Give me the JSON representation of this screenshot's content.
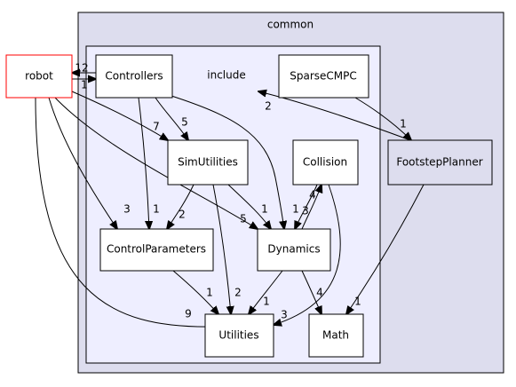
{
  "clusters": {
    "outer": {
      "label": "common"
    },
    "inner": {
      "label": "include"
    }
  },
  "nodes": {
    "robot": "robot",
    "controllers": "Controllers",
    "sparse_cmpc": "SparseCMPC",
    "sim_utilities": "SimUtilities",
    "collision": "Collision",
    "footstep_planner": "FootstepPlanner",
    "control_parameters": "ControlParameters",
    "dynamics": "Dynamics",
    "utilities": "Utilities",
    "math": "Math"
  },
  "edges": [
    {
      "id": "controllers-robot",
      "from": "Controllers",
      "to": "robot",
      "count": "12"
    },
    {
      "id": "robot-controllers",
      "from": "robot",
      "to": "Controllers",
      "count": "1"
    },
    {
      "id": "robot-simutilities",
      "from": "robot",
      "to": "SimUtilities",
      "count": "7"
    },
    {
      "id": "robot-controlparameters",
      "from": "robot",
      "to": "ControlParameters",
      "count": "3"
    },
    {
      "id": "robot-dynamics",
      "from": "robot",
      "to": "Dynamics",
      "count": "5"
    },
    {
      "id": "robot-utilities",
      "from": "robot",
      "to": "Utilities",
      "count": "9"
    },
    {
      "id": "controllers-simutilities",
      "from": "Controllers",
      "to": "SimUtilities",
      "count": "5"
    },
    {
      "id": "controllers-controlparameters",
      "from": "Controllers",
      "to": "ControlParameters",
      "count": "1"
    },
    {
      "id": "controllers-dynamics",
      "from": "Controllers",
      "to": "Dynamics",
      "count": "1"
    },
    {
      "id": "sparsecmpc-footstepplanner",
      "from": "SparseCMPC",
      "to": "FootstepPlanner",
      "count": "1"
    },
    {
      "id": "footstepplanner-include",
      "from": "FootstepPlanner",
      "to": "include",
      "count": "2"
    },
    {
      "id": "footstepplanner-math",
      "from": "FootstepPlanner",
      "to": "Math",
      "count": "1"
    },
    {
      "id": "simutilities-controlparameters",
      "from": "SimUtilities",
      "to": "ControlParameters",
      "count": "2"
    },
    {
      "id": "simutilities-dynamics",
      "from": "SimUtilities",
      "to": "Dynamics",
      "count": "1"
    },
    {
      "id": "simutilities-utilities",
      "from": "SimUtilities",
      "to": "Utilities",
      "count": "2"
    },
    {
      "id": "collision-dynamics",
      "from": "Collision",
      "to": "Dynamics",
      "count": "3"
    },
    {
      "id": "dynamics-collision",
      "from": "Dynamics",
      "to": "Collision",
      "count": "4"
    },
    {
      "id": "collision-utilities",
      "from": "Collision",
      "to": "Utilities",
      "count": "3"
    },
    {
      "id": "controlparameters-utilities",
      "from": "ControlParameters",
      "to": "Utilities",
      "count": "1"
    },
    {
      "id": "dynamics-utilities",
      "from": "Dynamics",
      "to": "Utilities",
      "count": "1"
    },
    {
      "id": "dynamics-math",
      "from": "Dynamics",
      "to": "Math",
      "count": "4"
    }
  ]
}
